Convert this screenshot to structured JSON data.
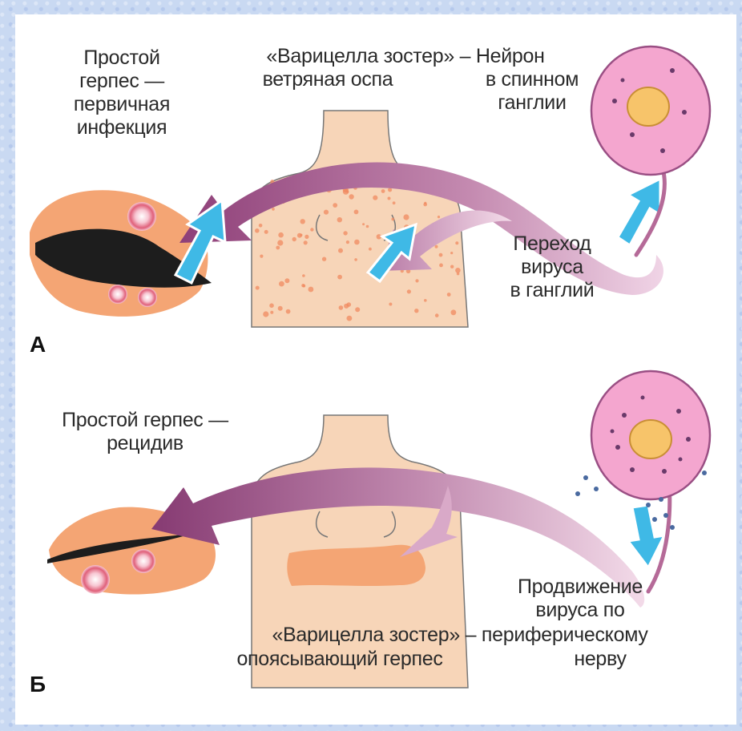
{
  "panel_a": {
    "letter": "А",
    "labels": {
      "herpes_primary": [
        "Простой",
        "герпес —",
        "первичная",
        "инфекция"
      ],
      "varicella": [
        "«Варицелла зостер» – Нейрон"
      ],
      "chickenpox": [
        "ветряная оспа"
      ],
      "neuron": [
        "в спинном",
        "ганглии"
      ],
      "transition": [
        "Переход",
        "вируса",
        "в ганглий"
      ]
    }
  },
  "panel_b": {
    "letter": "Б",
    "labels": {
      "herpes_recurrence": [
        "Простой герпес —",
        "рецидив"
      ],
      "movement": [
        "Продвижение",
        "вируса по"
      ],
      "shingles": [
        "«Варицелла зостер» – периферическому"
      ],
      "shingles_2": [
        "опоясывающий герпес"
      ],
      "nerve": [
        "нерву"
      ]
    }
  },
  "colors": {
    "skin": "#f7d5b8",
    "lips": "#f4a574",
    "arrow": "#b56a98",
    "blue_arrow": "#3fb9e6",
    "neuron": "#f4a6cf",
    "nucleus": "#f7c46a",
    "rash": "#f08a60"
  }
}
